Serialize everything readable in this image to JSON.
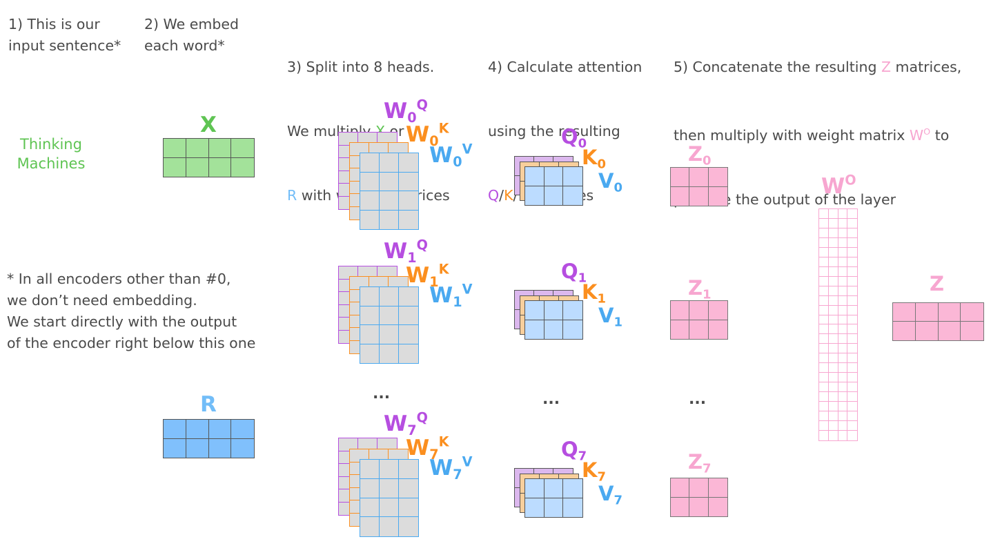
{
  "steps": {
    "s1": "1) This is our\ninput sentence*",
    "s2": "2) We embed\neach word*",
    "s3": {
      "a": "3) Split into 8 heads.",
      "b_pre": "We multiply ",
      "x": "X",
      "b_post": " or",
      "r": "R",
      "c_post": " with weight matrices"
    },
    "s4": {
      "a": "4) Calculate attention",
      "b": "using the resulting",
      "q": "Q",
      "slash1": "/",
      "k": "K",
      "slash2": "/",
      "v": "V",
      "c_post": " matrices"
    },
    "s5": {
      "a_pre": "5) Concatenate the resulting ",
      "z": "Z",
      "a_post": " matrices,",
      "b_pre": "then multiply with weight matrix ",
      "wo": "W",
      "wo_sup": "O",
      "b_post": " to",
      "c": "produce the output of the layer"
    }
  },
  "input_sentence": "Thinking\nMachines",
  "footnote": "* In all encoders other than #0,\nwe don’t need embedding.\nWe start directly with the output\nof the encoder right below this one",
  "embeddings": {
    "x": "X",
    "r": "R"
  },
  "heads": [
    {
      "w": "W",
      "idx": "0",
      "q": "Q",
      "k": "K",
      "v": "V",
      "qm": "Q",
      "km": "K",
      "vm": "V",
      "z": "Z"
    },
    {
      "w": "W",
      "idx": "1",
      "q": "Q",
      "k": "K",
      "v": "V",
      "qm": "Q",
      "km": "K",
      "vm": "V",
      "z": "Z"
    },
    {
      "w": "W",
      "idx": "7",
      "q": "Q",
      "k": "K",
      "v": "V",
      "qm": "Q",
      "km": "K",
      "vm": "V",
      "z": "Z"
    }
  ],
  "ellipsis": "...",
  "wo": {
    "base": "W",
    "sup": "O"
  },
  "output": "Z",
  "colors": {
    "text": "#4a4a4a",
    "green": "#5fc453",
    "green_fill": "#a3e29a",
    "blue": "#72bdf8",
    "blue_fill": "#80c0fc",
    "query": "#b64ee0",
    "query_fill": "#dcb8ee",
    "key": "#fb8f1f",
    "key_fill": "#f8cf9c",
    "value": "#4aa9f0",
    "value_fill": "#bcdcff",
    "weight_fill": "#dcdcdc",
    "pink": "#f7a6d0",
    "pink_fill": "#fbb7d6"
  }
}
